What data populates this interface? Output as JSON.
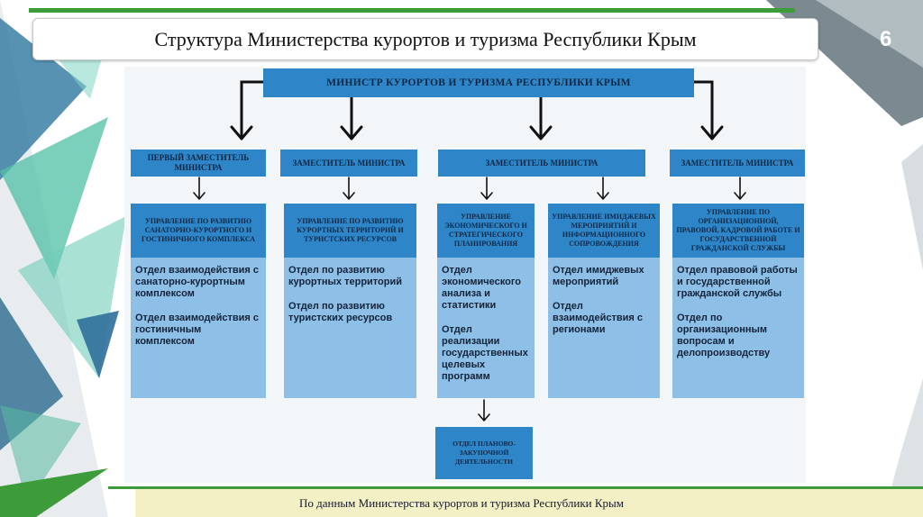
{
  "slide": {
    "title": "Структура Министерства курортов и туризма Республики Крым",
    "page_number": "6",
    "footer": "По данным Министерства курортов и туризма Республики Крым"
  },
  "colors": {
    "box_dark": "#2e86c8",
    "box_light": "#8ebfe6",
    "accent_green": "#3d9b39",
    "footer_bar": "#f2f0c4"
  },
  "org": {
    "minister": "МИНИСТР КУРОРТОВ И ТУРИЗМА РЕСПУБЛИКИ КРЫМ",
    "deputies": [
      "ПЕРВЫЙ ЗАМЕСТИТЕЛЬ МИНИСТРА",
      "ЗАМЕСТИТЕЛЬ МИНИСТРА",
      "ЗАМЕСТИТЕЛЬ МИНИСТРА",
      "ЗАМЕСТИТЕЛЬ МИНИСТРА"
    ],
    "departments": [
      {
        "head": "УПРАВЛЕНИЕ ПО РАЗВИТИЮ САНАТОРНО-КУРОРТНОГО И ГОСТИНИЧНОГО КОМПЛЕКСА",
        "items": [
          "Отдел взаимодействия с санаторно-курортным комплексом",
          "Отдел взаимодействия с гостиничным комплексом"
        ]
      },
      {
        "head": "УПРАВЛЕНИЕ ПО РАЗВИТИЮ КУРОРТНЫХ ТЕРРИТОРИЙ И ТУРИСТСКИХ РЕСУРСОВ",
        "items": [
          "Отдел по развитию курортных территорий",
          "Отдел по развитию туристских ресурсов"
        ]
      },
      {
        "head": "УПРАВЛЕНИЕ ЭКОНОМИЧЕСКОГО И СТРАТЕГИЧЕСКОГО ПЛАНИРОВАНИЯ",
        "items": [
          "Отдел экономического анализа и статистики",
          "Отдел реализации государственных целевых программ"
        ]
      },
      {
        "head": "УПРАВЛЕНИЕ ИМИДЖЕВЫХ МЕРОПРИЯТИЙ И ИНФОРМАЦИОННОГО СОПРОВОЖДЕНИЯ",
        "items": [
          "Отдел имиджевых мероприятий",
          "Отдел взаимодействия с регионами"
        ]
      },
      {
        "head": "УПРАВЛЕНИЕ ПО ОРГАНИЗАЦИОННОЙ, ПРАВОВОЙ, КАДРОВОЙ РАБОТЕ И ГОСУДАРСТВЕННОЙ ГРАЖДАНСКОЙ СЛУЖБЫ",
        "items": [
          "Отдел правовой работы и государственной гражданской службы",
          "Отдел по организационным вопросам и делопроизводству"
        ]
      }
    ],
    "sub_department": "ОТДЕЛ ПЛАНОВО-ЗАКУПОЧНОЙ ДЕЯТЕЛЬНОСТИ"
  }
}
